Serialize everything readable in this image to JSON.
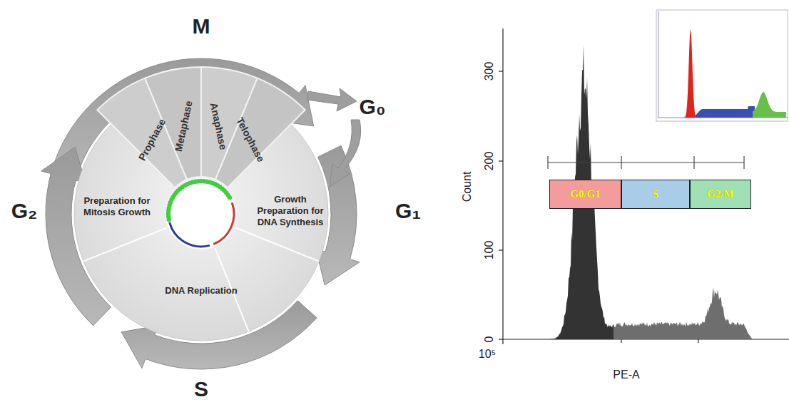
{
  "diagram": {
    "nodes": [
      {
        "text": [
          "Prophase"
        ]
      },
      {
        "text": [
          "Metaphase"
        ]
      },
      {
        "text": [
          "Anaphase"
        ]
      },
      {
        "text": [
          "Telophase"
        ]
      },
      {
        "text": [
          "Growth Preparation for DNA Synthesis"
        ]
      },
      {
        "text": [
          "Preparation for Mitosis Growth"
        ]
      },
      {
        "text": [
          "DNA Replication"
        ]
      },
      {
        "text": [
          "G0/G1"
        ]
      },
      {
        "text": [
          "S"
        ]
      },
      {
        "text": [
          "G2/M"
        ]
      }
    ],
    "labels": [
      "M",
      "G₀",
      "G₁",
      "G₂",
      "S",
      "300",
      "200",
      "100",
      "0",
      "Count",
      "10⁵",
      "PE-A"
    ]
  }
}
